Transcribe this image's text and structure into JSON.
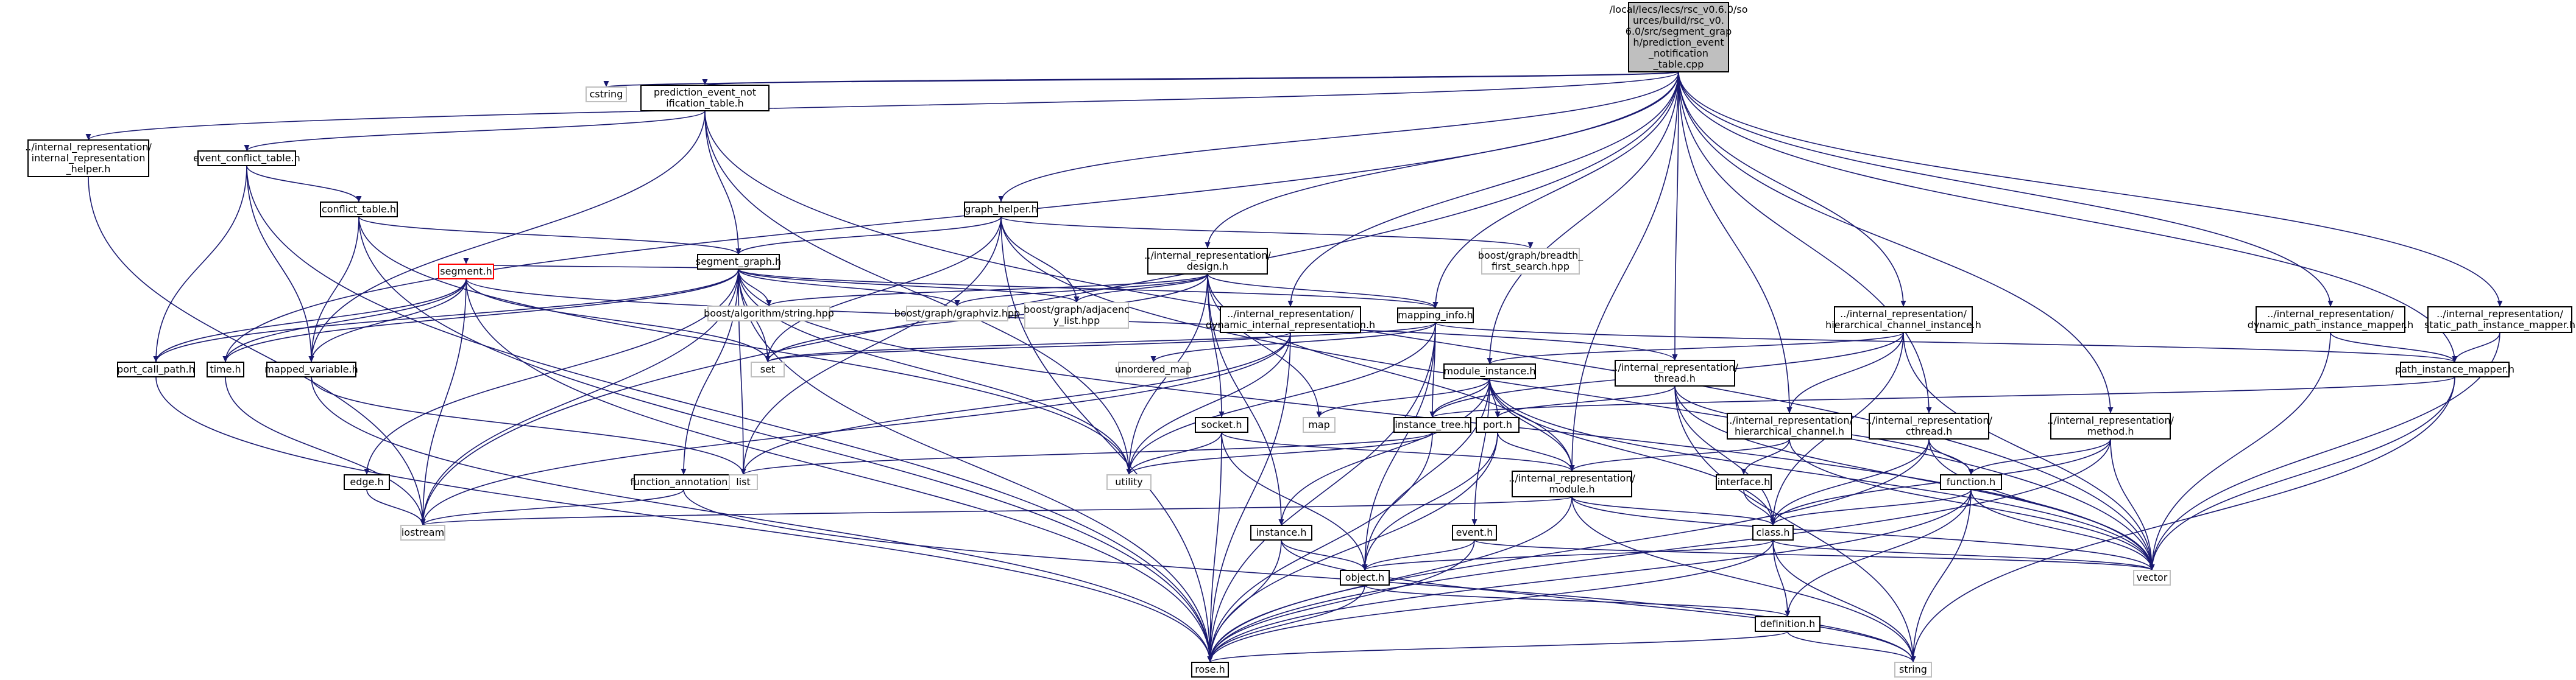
{
  "nodes": {
    "root": "/local/lecs/lecs/rsc_v0.6.0/sources/build/rsc_v0.6.0/src/segment_graph/prediction_event_notification_table.cpp",
    "cstring": "cstring",
    "pent": "prediction_event_notification_table.h",
    "irih": "../internal_representation/internal_representation_helper.h",
    "ect": "event_conflict_table.h",
    "ct": "conflict_table.h",
    "gh": "graph_helper.h",
    "bfs": "boost/graph/breadth_first_search.hpp",
    "ird": "../internal_representation/design.h",
    "sg": "segment_graph.h",
    "seg": "segment.h",
    "bas": "boost/algorithm/string.hpp",
    "bgv": "boost/graph/graphviz.hpp",
    "bal": "boost/graph/adjacency_list.hpp",
    "dir": "../internal_representation/dynamic_internal_representation.h",
    "mi": "mapping_info.h",
    "hci": "../internal_representation/hierarchical_channel_instance.h",
    "dpim": "../internal_representation/dynamic_path_instance_mapper.h",
    "spim": "../internal_representation/static_path_instance_mapper.h",
    "pcp": "port_call_path.h",
    "time": "time.h",
    "mv": "mapped_variable.h",
    "set": "set",
    "um": "unordered_map",
    "modi": "module_instance.h",
    "thr": "../internal_representation/thread.h",
    "pim": "path_instance_mapper.h",
    "sock": "socket.h",
    "map": "map",
    "it": "instance_tree.h",
    "port": "port.h",
    "hc": "../internal_representation/hierarchical_channel.h",
    "cth": "../internal_representation/cthread.h",
    "meth": "../internal_representation/method.h",
    "edge": "edge.h",
    "fa": "function_annotation.h",
    "list": "list",
    "util": "utility",
    "modh": "../internal_representation/module.h",
    "iface": "interface.h",
    "func": "function.h",
    "ios": "iostream",
    "ev": "event.h",
    "inst": "instance.h",
    "cls": "class.h",
    "obj": "object.h",
    "vec": "vector",
    "def": "definition.h",
    "rose": "rose.h",
    "str": "string"
  }
}
